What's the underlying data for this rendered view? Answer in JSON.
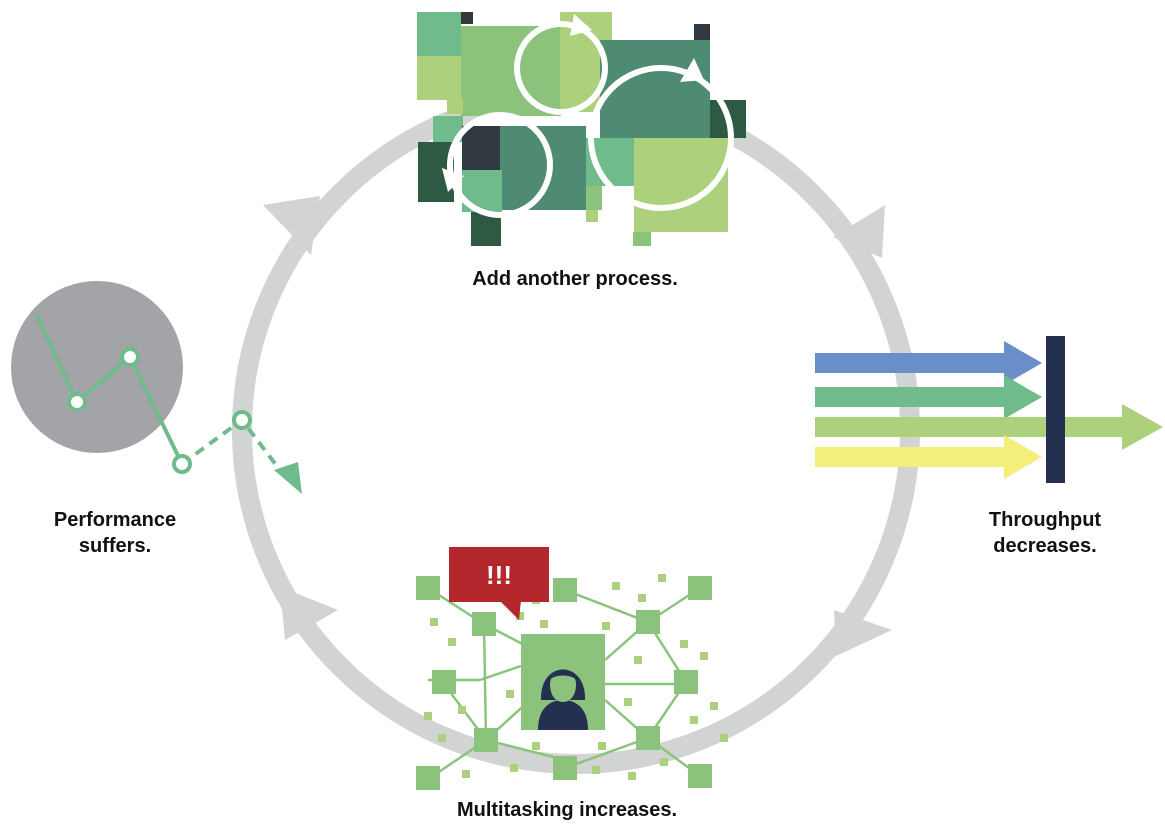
{
  "diagram": {
    "stages": {
      "add_process": {
        "label": "Add another process."
      },
      "throughput": {
        "label": "Throughput decreases."
      },
      "multitasking": {
        "label": "Multitasking increases.",
        "alert": "!!!"
      },
      "performance": {
        "label": "Performance suffers."
      }
    },
    "colors": {
      "cycle_ring": "#d2d3d3",
      "dark_green": "#2e5a44",
      "mid_green": "#4f8a72",
      "green": "#6fbb8c",
      "light_green": "#8cc37c",
      "pale_green": "#acd07c",
      "charcoal": "#303840",
      "blue_arrow": "#6a8fc8",
      "yellow_arrow": "#f4ee7a",
      "barrier": "#23304f",
      "alert_red": "#b3272d",
      "person": "#23304f",
      "gray_circle": "#a3a4a8"
    }
  }
}
